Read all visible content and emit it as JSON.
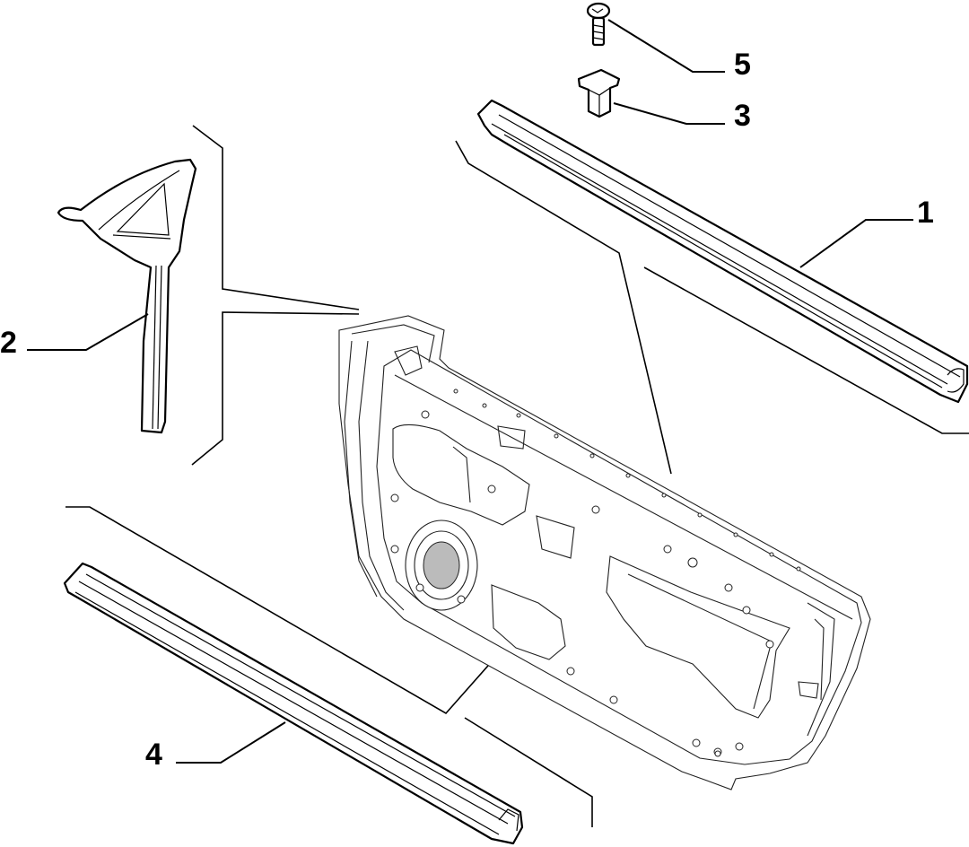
{
  "diagram": {
    "callouts": [
      {
        "id": "1",
        "label": "1"
      },
      {
        "id": "2",
        "label": "2"
      },
      {
        "id": "3",
        "label": "3"
      },
      {
        "id": "4",
        "label": "4"
      },
      {
        "id": "5",
        "label": "5"
      }
    ]
  }
}
